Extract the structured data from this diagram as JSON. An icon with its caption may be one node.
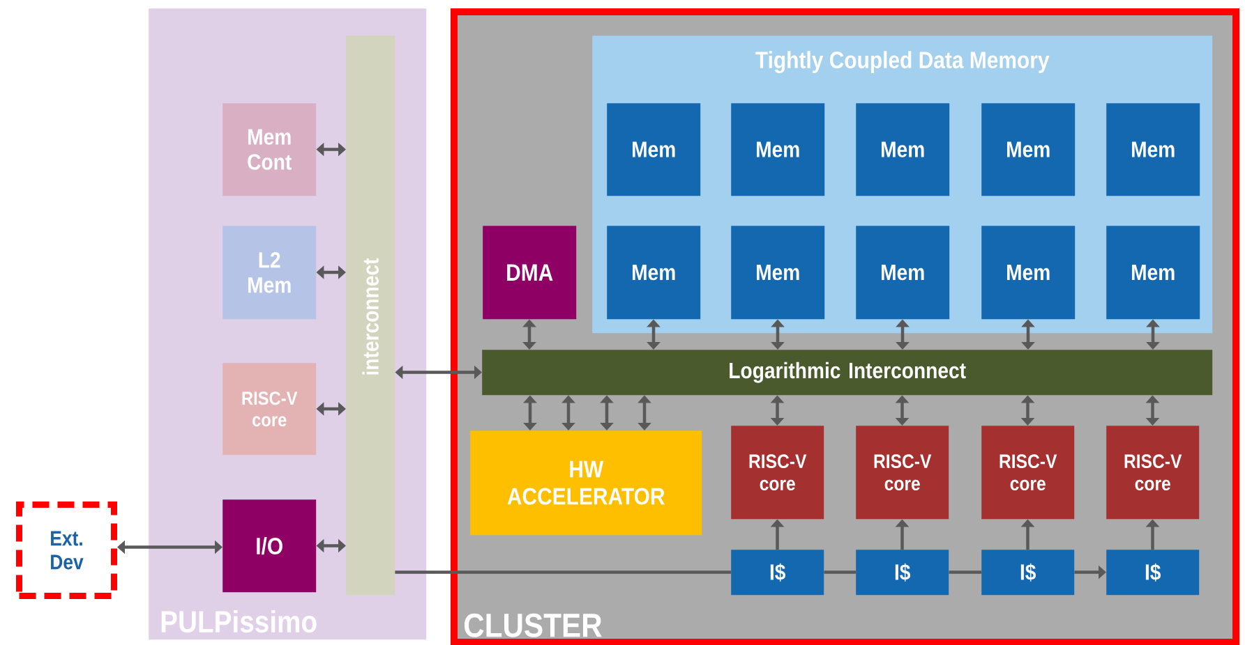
{
  "diagram": {
    "nodes": [
      {
        "text": [
          "PULPissimo"
        ]
      },
      {
        "text": [
          "Mem Cont"
        ],
        "in": 0
      },
      {
        "text": [
          "L2 Mem"
        ],
        "in": 0
      },
      {
        "text": [
          "RISC-V core"
        ],
        "in": 0
      },
      {
        "text": [
          "I/O"
        ],
        "in": 0
      },
      {
        "text": [
          "interconnect"
        ],
        "in": 0
      },
      {
        "text": [
          "Ext. Dev"
        ]
      },
      {
        "text": [
          "CLUSTER"
        ]
      },
      {
        "text": [
          "Tightly Coupled Data Memory"
        ],
        "in": 7
      },
      {
        "text": [
          "Mem"
        ],
        "in": 8
      },
      {
        "text": [
          "Mem"
        ],
        "in": 8
      },
      {
        "text": [
          "Mem"
        ],
        "in": 8
      },
      {
        "text": [
          "Mem"
        ],
        "in": 8
      },
      {
        "text": [
          "Mem"
        ],
        "in": 8
      },
      {
        "text": [
          "Mem"
        ],
        "in": 8
      },
      {
        "text": [
          "Mem"
        ],
        "in": 8
      },
      {
        "text": [
          "Mem"
        ],
        "in": 8
      },
      {
        "text": [
          "Mem"
        ],
        "in": 8
      },
      {
        "text": [
          "Mem"
        ],
        "in": 8
      },
      {
        "text": [
          "DMA"
        ],
        "in": 7
      },
      {
        "text": [
          "Logarithmic Interconnect"
        ],
        "in": 7
      },
      {
        "text": [
          "HW ACCELERATOR"
        ],
        "in": 7
      },
      {
        "text": [
          "RISC-V core"
        ],
        "in": 7
      },
      {
        "text": [
          "RISC-V core"
        ],
        "in": 7
      },
      {
        "text": [
          "RISC-V core"
        ],
        "in": 7
      },
      {
        "text": [
          "RISC-V core"
        ],
        "in": 7
      },
      {
        "text": [
          "I$"
        ],
        "in": 7
      },
      {
        "text": [
          "I$"
        ],
        "in": 7
      },
      {
        "text": [
          "I$"
        ],
        "in": 7
      },
      {
        "text": [
          "I$"
        ],
        "in": 7
      }
    ],
    "edges": [
      {
        "from": 6,
        "to": 4,
        "arrow": "both"
      },
      {
        "from": 1,
        "to": 5,
        "arrow": "both"
      },
      {
        "from": 2,
        "to": 5,
        "arrow": "both"
      },
      {
        "from": 3,
        "to": 5,
        "arrow": "both"
      },
      {
        "from": 4,
        "to": 5,
        "arrow": "both"
      },
      {
        "from": 5,
        "to": 20,
        "arrow": "both"
      },
      {
        "from": 19,
        "to": 20,
        "arrow": "both"
      },
      {
        "from": 14,
        "to": 20,
        "arrow": "both"
      },
      {
        "from": 15,
        "to": 20,
        "arrow": "both"
      },
      {
        "from": 16,
        "to": 20,
        "arrow": "both"
      },
      {
        "from": 17,
        "to": 20,
        "arrow": "both"
      },
      {
        "from": 18,
        "to": 20,
        "arrow": "both"
      },
      {
        "from": 21,
        "to": 20,
        "arrow": "both"
      },
      {
        "from": 21,
        "to": 20,
        "arrow": "both"
      },
      {
        "from": 21,
        "to": 20,
        "arrow": "both"
      },
      {
        "from": 21,
        "to": 20,
        "arrow": "both"
      },
      {
        "from": 22,
        "to": 20,
        "arrow": "both"
      },
      {
        "from": 23,
        "to": 20,
        "arrow": "both"
      },
      {
        "from": 24,
        "to": 20,
        "arrow": "both"
      },
      {
        "from": 25,
        "to": 20,
        "arrow": "both"
      },
      {
        "from": 26,
        "to": 22,
        "arrow": "to"
      },
      {
        "from": 27,
        "to": 23,
        "arrow": "to"
      },
      {
        "from": 28,
        "to": 24,
        "arrow": "to"
      },
      {
        "from": 29,
        "to": 25,
        "arrow": "to"
      },
      {
        "from": 5,
        "to": 26,
        "arrow": "none"
      },
      {
        "from": 26,
        "to": 27,
        "arrow": "none"
      },
      {
        "from": 27,
        "to": 28,
        "arrow": "none"
      },
      {
        "from": 28,
        "to": 29,
        "arrow": "to"
      }
    ]
  }
}
